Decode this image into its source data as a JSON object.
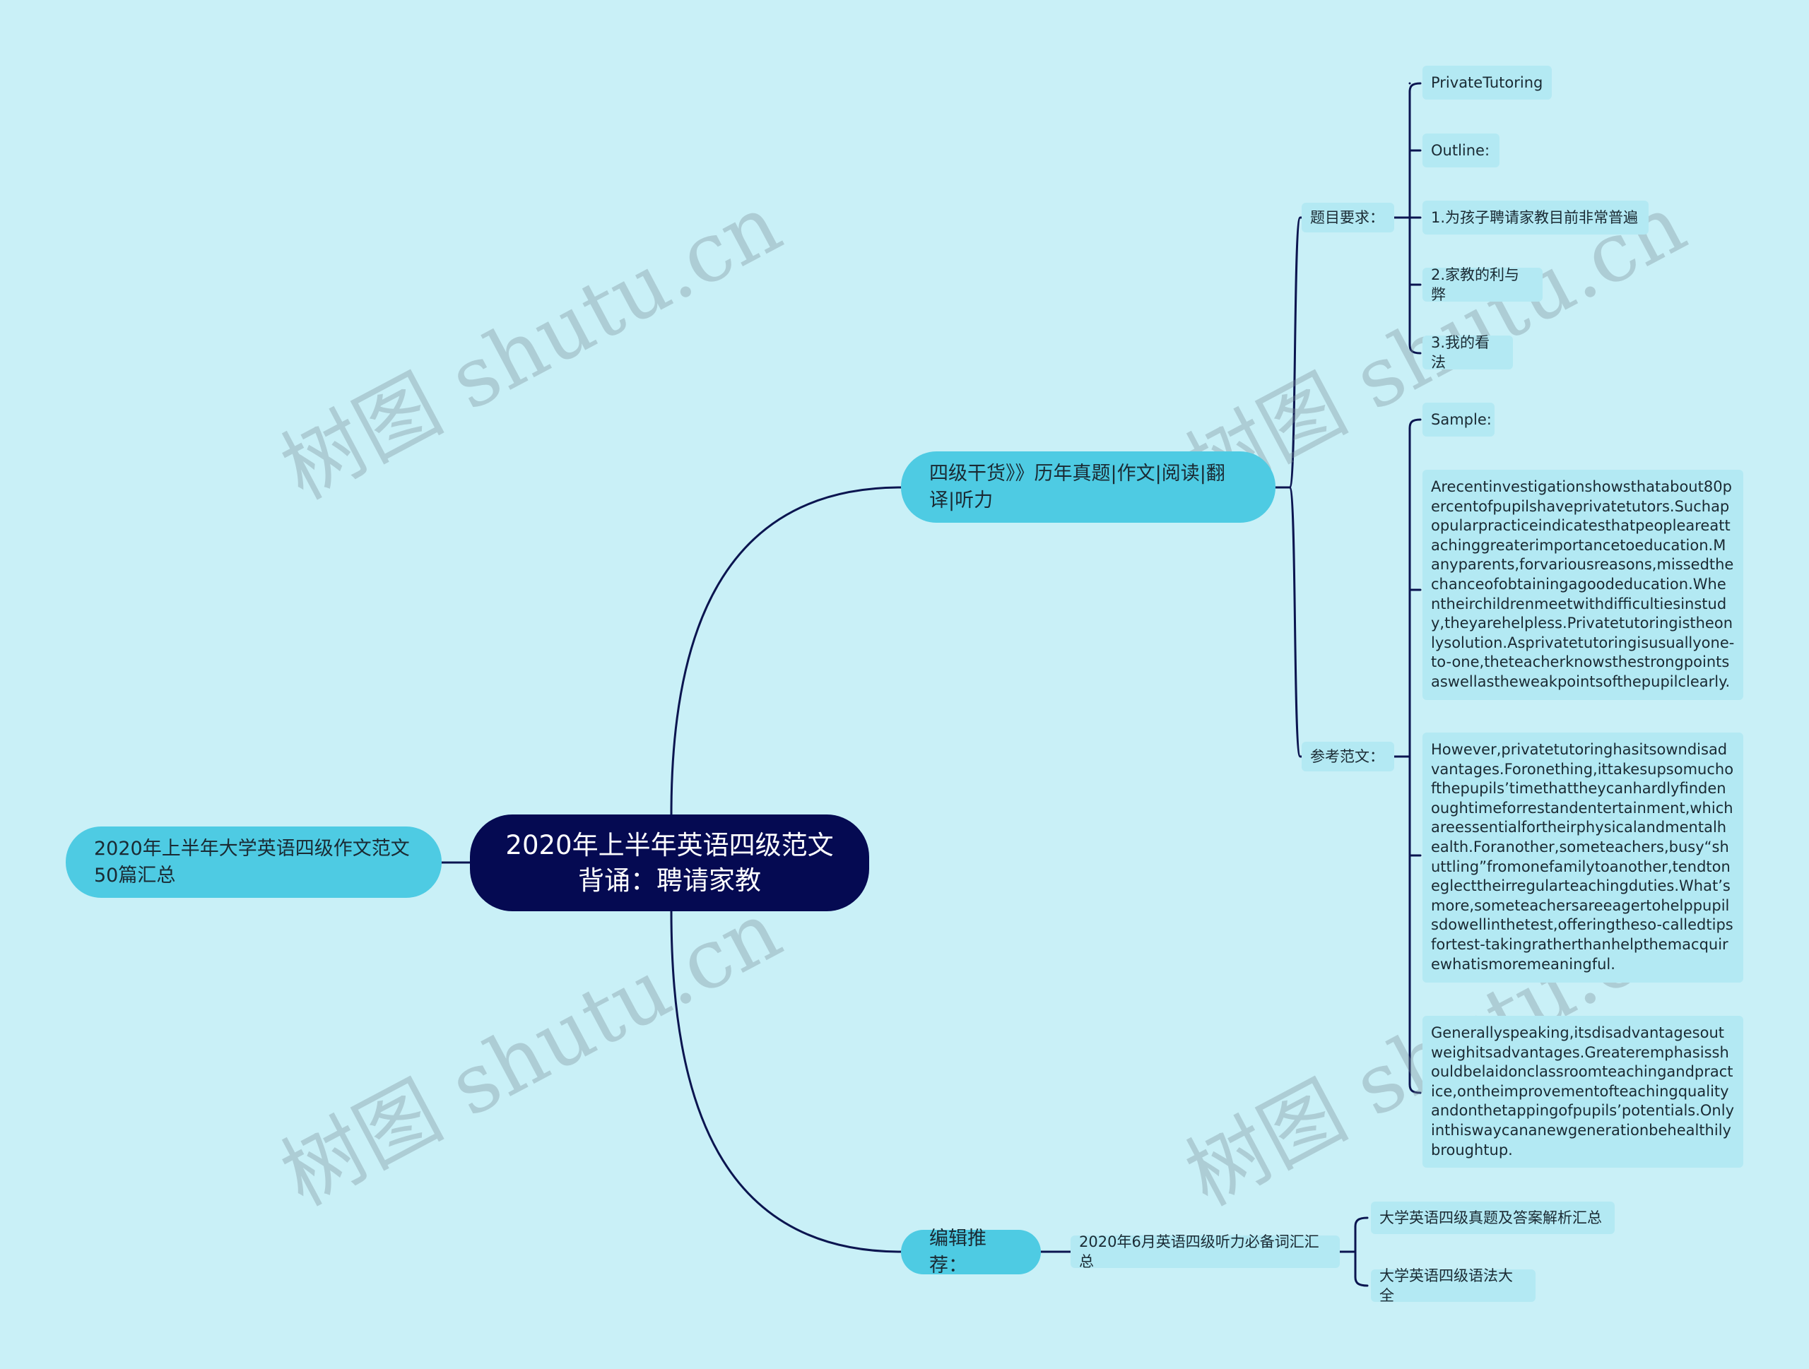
{
  "root": {
    "label": "2020年上半年英语四级范文背诵：聘请家教"
  },
  "left_branch": {
    "label": "2020年上半年大学英语四级作文范文50篇汇总"
  },
  "branch_top": {
    "label": "四级干货》》历年真题|作文|阅读|翻译|听力",
    "requirements": {
      "label": "题目要求：",
      "items": [
        "PrivateTutoring",
        "Outline:",
        "1.为孩子聘请家教目前非常普遍",
        "2.家教的利与弊",
        "3.我的看法"
      ]
    },
    "sample": {
      "label": "参考范文：",
      "items": [
        "Sample:",
        "Arecentinvestigationshowsthatabout80percentofpupilshaveprivatetutors.Suchapopularpracticeindicatesthatpeopleareattachinggreaterimportancetoeducation.Manyparents,forvariousreasons,missedthechanceofobtainingagoodeducation.Whentheirchildrenmeetwithdifficultiesinstudy,theyarehelpless.Privatetutoringistheonlysolution.Asprivatetutoringisusuallyone-to-one,theteacherknowsthestrongpointsaswellastheweakpointsofthepupilclearly.",
        "However,privatetutoringhasitsowndisadvantages.Foronething,ittakesupsomuchofthepupils’timethattheycanhardlyfindenoughtimeforrestandentertainment,whichareessentialfortheirphysicalandmentalhealth.Foranother,someteachers,busy“shuttling”fromonefamilytoanother,tendtoneglecttheirregularteachingduties.What’smore,someteachersareeagertohelppupilsdowellinthetest,offeringtheso-calledtipsfortest-takingratherthanhelpthemacquirewhatismoremeaningful.",
        "Generallyspeaking,itsdisadvantagesoutweighitsadvantages.Greateremphasisshouldbelaidonclassroomteachingandpractice,ontheimprovementofteachingqualityandonthetappingofpupils’potentials.Onlyinthiswaycananewgenerationbehealthilybroughtup."
      ]
    }
  },
  "branch_bottom": {
    "label": "编辑推荐：",
    "child": {
      "label": "2020年6月英语四级听力必备词汇汇总",
      "items": [
        "大学英语四级真题及答案解析汇总",
        "大学英语四级语法大全"
      ]
    }
  },
  "watermark": "树图 shutu.cn",
  "colors": {
    "background": "#c9f0f7",
    "root": "#050a52",
    "main": "#4ecbe3",
    "sub": "#b3e9f3",
    "line": "#0b1550"
  }
}
